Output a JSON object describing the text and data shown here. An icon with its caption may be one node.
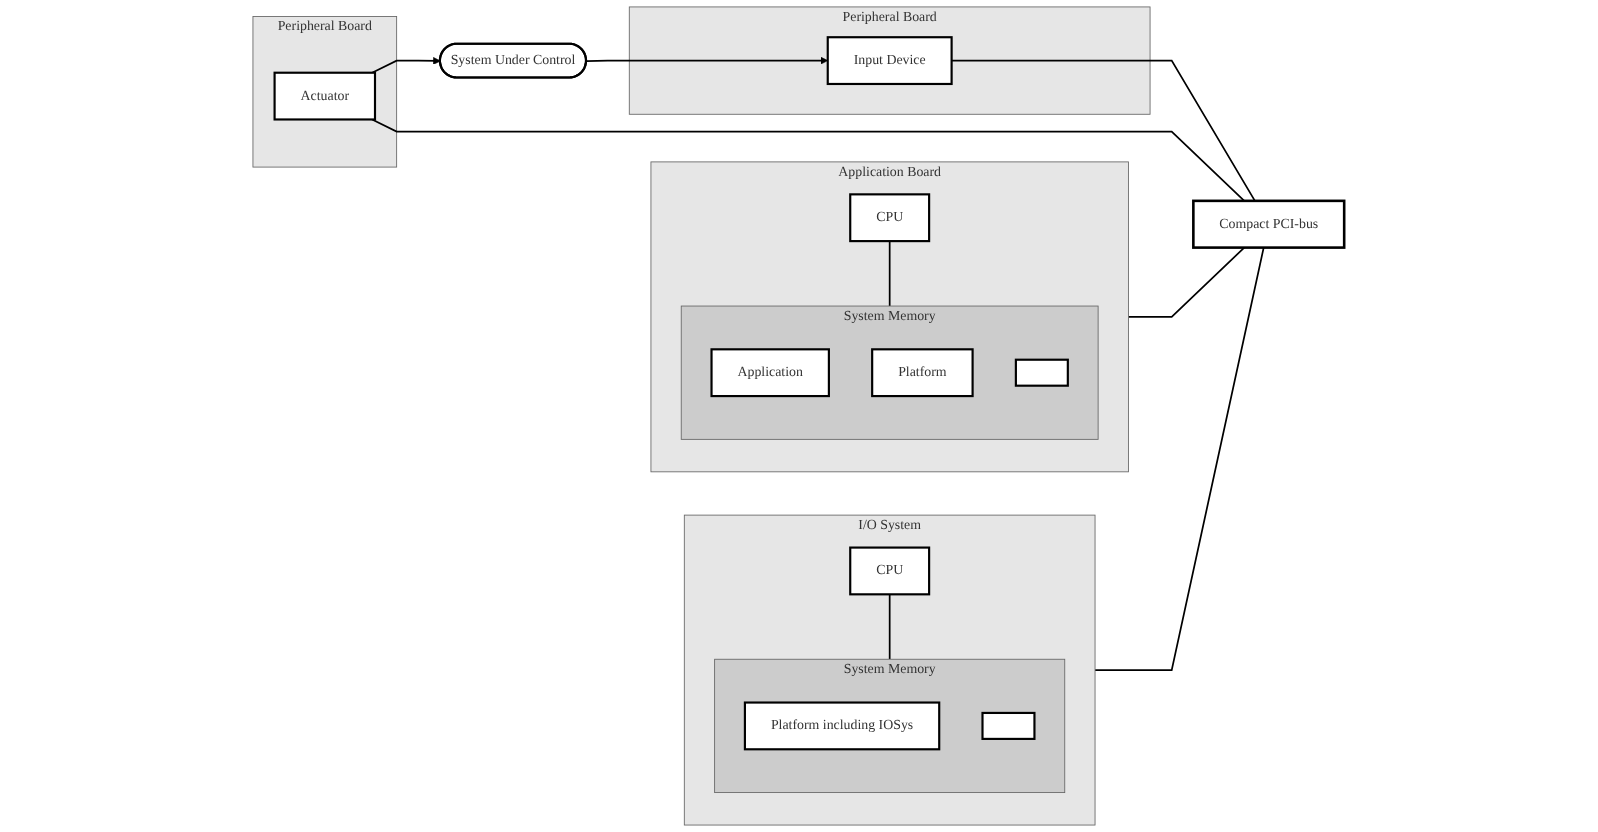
{
  "diagram": {
    "nodes": [
      {
        "text": [
          "Application Board"
        ]
      },
      {
        "text": [
          "CPU"
        ],
        "in": 0
      },
      {
        "text": [
          "System Memory"
        ],
        "in": 0
      },
      {
        "text": [
          "Application"
        ],
        "in": 2
      },
      {
        "text": [
          "Platform"
        ],
        "in": 2
      },
      {
        "text": [],
        "shape": "box",
        "in": 2
      },
      {
        "text": [
          "I/O System"
        ]
      },
      {
        "text": [
          "CPU"
        ],
        "in": 6
      },
      {
        "text": [
          "System Memory"
        ],
        "in": 6
      },
      {
        "text": [
          "Platform including IOSys"
        ],
        "in": 8
      },
      {
        "text": [],
        "shape": "box",
        "in": 8
      },
      {
        "text": [
          "System Under Control"
        ]
      },
      {
        "text": [
          "Peripheral Board"
        ]
      },
      {
        "text": [
          "Input Device"
        ],
        "in": 12
      },
      {
        "text": [
          "Peripheral Board"
        ]
      },
      {
        "text": [
          "Actuator"
        ],
        "in": 14
      },
      {
        "text": [
          "Compact PCI-bus"
        ]
      }
    ],
    "edges": [
      {
        "from": 1,
        "to": 2,
        "arrow": "none"
      },
      {
        "from": 7,
        "to": 8,
        "arrow": "none"
      },
      {
        "from": 11,
        "to": 13,
        "arrow": "to"
      },
      {
        "from": 15,
        "to": 11,
        "arrow": "to"
      },
      {
        "from": 0,
        "to": 16,
        "arrow": "none"
      },
      {
        "from": 6,
        "to": 16,
        "arrow": "none"
      },
      {
        "from": 13,
        "to": 16,
        "arrow": "none"
      },
      {
        "from": 15,
        "to": 16,
        "arrow": "none"
      }
    ]
  }
}
